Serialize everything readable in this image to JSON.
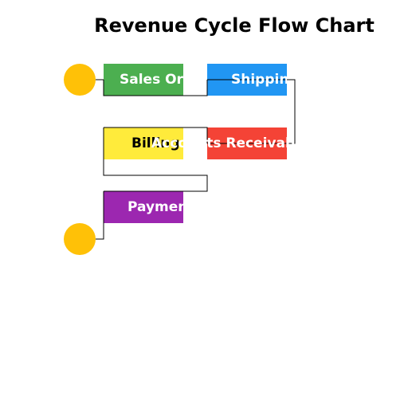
{
  "title": "Revenue Cycle Flow Chart",
  "nodes": {
    "sales_order": {
      "label": "Sales Order",
      "color": "#4CAF50",
      "text_color": "#FFFFFF"
    },
    "shipping": {
      "label": "Shipping",
      "color": "#2196F3",
      "text_color": "#FFFFFF"
    },
    "billing": {
      "label": "Billing",
      "color": "#FFEB3B",
      "text_color": "#000000"
    },
    "accounts_receivable": {
      "label": "Accounts Receivable",
      "color": "#F44336",
      "text_color": "#FFFFFF"
    },
    "payment": {
      "label": "Payment",
      "color": "#9C27B0",
      "text_color": "#FFFFFF"
    }
  },
  "terminals": {
    "start_color": "#FFC107",
    "end_color": "#FFC107"
  },
  "connector_color": "#000000",
  "edges": [
    {
      "from": "start",
      "to": "sales_order"
    },
    {
      "from": "sales_order",
      "to": "shipping"
    },
    {
      "from": "shipping",
      "to": "accounts_receivable"
    },
    {
      "from": "billing",
      "to": "accounts_receivable"
    },
    {
      "from": "billing",
      "to": "payment"
    },
    {
      "from": "payment",
      "to": "end"
    }
  ]
}
